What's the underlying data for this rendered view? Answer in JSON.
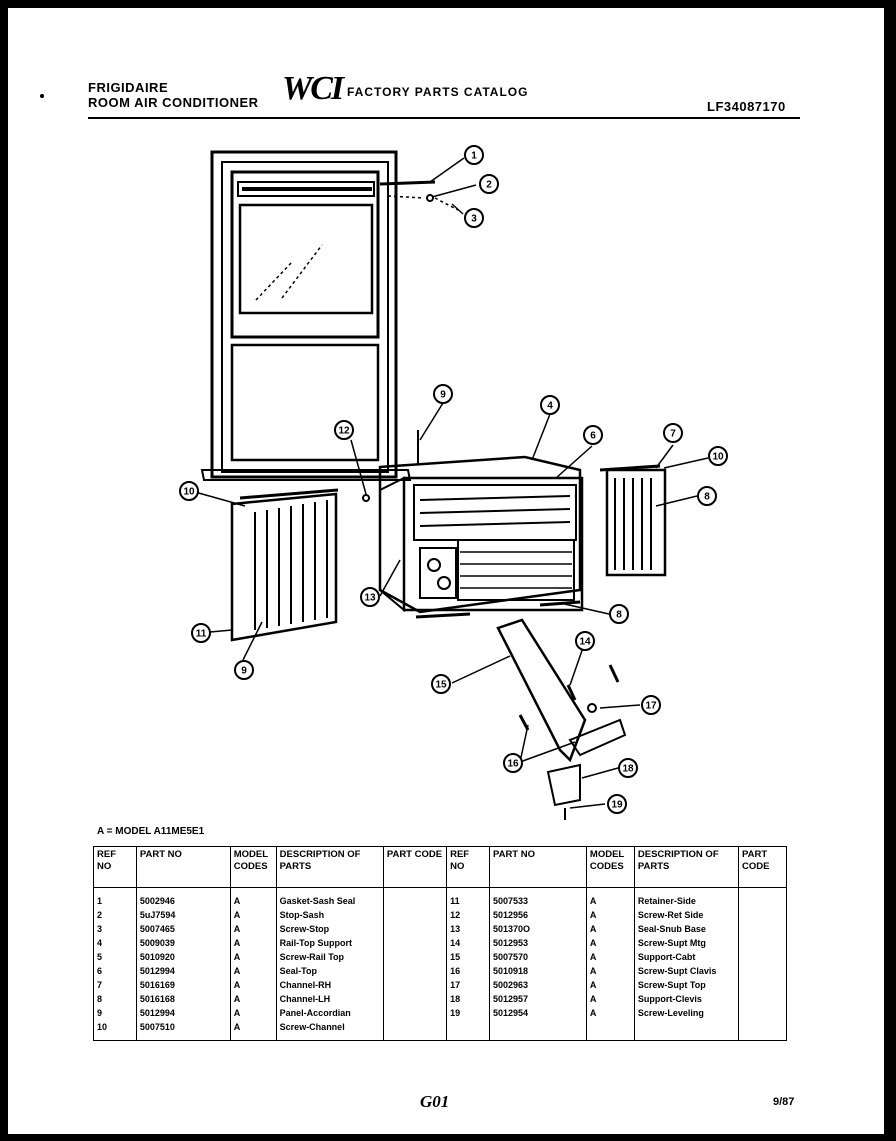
{
  "header": {
    "brand": "FRIGIDAIRE",
    "product": "ROOM AIR CONDITIONER",
    "logo": "WCI",
    "catalog_title": "FACTORY PARTS CATALOG",
    "model_number": "LF34087170"
  },
  "callouts": [
    "1",
    "2",
    "3",
    "9",
    "12",
    "4",
    "6",
    "7",
    "10",
    "10",
    "8",
    "11",
    "13",
    "8",
    "9",
    "14",
    "15",
    "17",
    "16",
    "18",
    "19"
  ],
  "model_note": "A = MODEL A11ME5E1",
  "table": {
    "headers": {
      "ref_no": "REF NO",
      "part_no": "PART NO",
      "model_codes": "MODEL CODES",
      "description": "DESCRIPTION OF PARTS",
      "part_code": "PART CODE"
    },
    "left_rows": [
      {
        "ref": "1",
        "part": "5002946",
        "code": "A",
        "desc": "Gasket-Sash Seal"
      },
      {
        "ref": "2",
        "part": "5uJ7594",
        "code": "A",
        "desc": "Stop-Sash"
      },
      {
        "ref": "3",
        "part": "5007465",
        "code": "A",
        "desc": "Screw-Stop"
      },
      {
        "ref": "4",
        "part": "5009039",
        "code": "A",
        "desc": "Rail-Top Support"
      },
      {
        "ref": "5",
        "part": "5010920",
        "code": "A",
        "desc": "Screw-Rail Top"
      },
      {
        "ref": "6",
        "part": "5012994",
        "code": "A",
        "desc": "Seal-Top"
      },
      {
        "ref": "7",
        "part": "5016169",
        "code": "A",
        "desc": "Channel-RH"
      },
      {
        "ref": "8",
        "part": "5016168",
        "code": "A",
        "desc": "Channel-LH"
      },
      {
        "ref": "9",
        "part": "5012994",
        "code": "A",
        "desc": "Panel-Accordian"
      },
      {
        "ref": "10",
        "part": "5007510",
        "code": "A",
        "desc": "Screw-Channel"
      }
    ],
    "right_rows": [
      {
        "ref": "11",
        "part": "5007533",
        "code": "A",
        "desc": "Retainer-Side"
      },
      {
        "ref": "12",
        "part": "5012956",
        "code": "A",
        "desc": "Screw-Ret Side"
      },
      {
        "ref": "13",
        "part": "501370O",
        "code": "A",
        "desc": "Seal-Snub Base"
      },
      {
        "ref": "14",
        "part": "5012953",
        "code": "A",
        "desc": "Screw-Supt Mtg"
      },
      {
        "ref": "15",
        "part": "5007570",
        "code": "A",
        "desc": "Support-Cabt"
      },
      {
        "ref": "16",
        "part": "5010918",
        "code": "A",
        "desc": "Screw-Supt Clavis"
      },
      {
        "ref": "17",
        "part": "5002963",
        "code": "A",
        "desc": "Screw-Supt Top"
      },
      {
        "ref": "18",
        "part": "5012957",
        "code": "A",
        "desc": "Support-Clevis"
      },
      {
        "ref": "19",
        "part": "5012954",
        "code": "A",
        "desc": "Screw-Leveling"
      }
    ]
  },
  "footer": {
    "page_code": "G01",
    "date": "9/87"
  }
}
